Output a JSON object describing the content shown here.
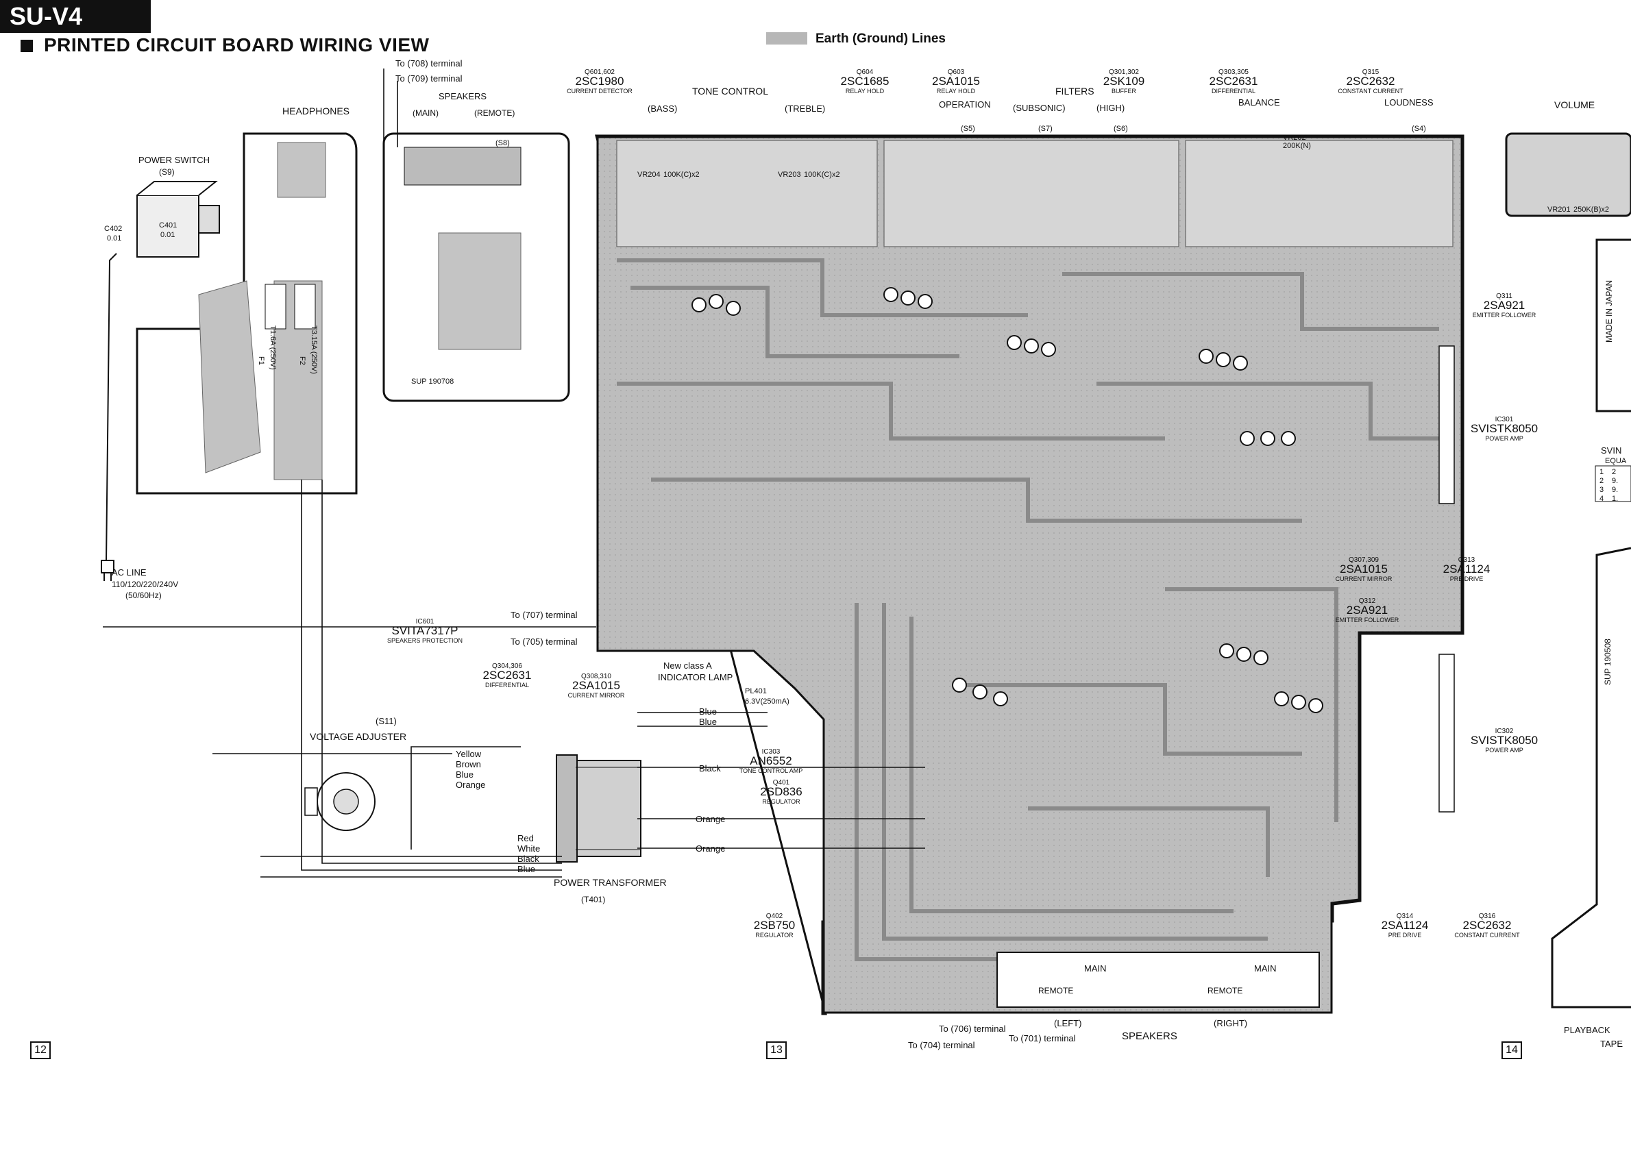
{
  "header": {
    "model": "SU-V4",
    "title": "PRINTED CIRCUIT BOARD WIRING VIEW",
    "legend_label": "Earth (Ground) Lines"
  },
  "colors": {
    "board": "#b9b9b9",
    "trace": "#9a9a9a",
    "ink": "#111111",
    "paper": "#ffffff"
  },
  "sections": {
    "tone_control": "TONE CONTROL",
    "bass": "(BASS)",
    "treble": "(TREBLE)",
    "operation": "OPERATION",
    "filters": "FILTERS",
    "subsonic": "(SUBSONIC)",
    "high": "(HIGH)",
    "balance": "BALANCE",
    "loudness": "LOUDNESS",
    "volume": "VOLUME",
    "headphones": "HEADPHONES",
    "speakers": "SPEAKERS",
    "speakers_main": "(MAIN)",
    "speakers_remote": "(REMOTE)",
    "power_switch": "POWER SWITCH",
    "power_switch_ref": "(S9)",
    "voltage_adjuster_ref": "(S11)",
    "voltage_adjuster": "VOLTAGE ADJUSTER",
    "power_transformer": "POWER TRANSFORMER",
    "power_transformer_ref": "(T401)",
    "ac_line": "AC LINE",
    "ac_line_spec": "110/120/220/240V",
    "ac_line_freq": "(50/60Hz)",
    "new_class_a": "New class A",
    "indicator_lamp": "INDICATOR LAMP",
    "lamp_ref": "PL401",
    "lamp_spec": "6.3V(250mA)",
    "speaker_bottom": "SPEAKERS",
    "left": "(LEFT)",
    "right": "(RIGHT)",
    "main": "MAIN",
    "remote": "REMOTE",
    "playback": "PLAYBACK",
    "tape": "TAPE",
    "made_in_japan": "MADE IN JAPAN",
    "sup_top": "SUP 190708",
    "sup_right": "SUP 190508",
    "switch_refs": [
      "(S5)",
      "(S7)",
      "(S6)",
      "(S4)",
      "(S8)"
    ]
  },
  "terminals": {
    "t708": "To (708) terminal",
    "t709": "To (709) terminal",
    "t707": "To (707) terminal",
    "t705": "To (705) terminal",
    "t706": "To (706) terminal",
    "t701": "To (701) terminal",
    "t704": "To (704) terminal"
  },
  "wires": {
    "yellow": "Yellow",
    "brown": "Brown",
    "blue": "Blue",
    "orange": "Orange",
    "red": "Red",
    "white": "White",
    "black": "Black"
  },
  "components": [
    {
      "ref": "Q601,602",
      "part": "2SC1980",
      "role": "CURRENT DETECTOR"
    },
    {
      "ref": "Q604",
      "part": "2SC1685",
      "role": "RELAY HOLD"
    },
    {
      "ref": "Q603",
      "part": "2SA1015",
      "role": "RELAY HOLD"
    },
    {
      "ref": "Q301,302",
      "part": "2SK109",
      "role": "BUFFER"
    },
    {
      "ref": "Q303,305",
      "part": "2SC2631",
      "role": "DIFFERENTIAL"
    },
    {
      "ref": "Q315",
      "part": "2SC2632",
      "role": "CONSTANT CURRENT"
    },
    {
      "ref": "Q311",
      "part": "2SA921",
      "role": "EMITTER FOLLOWER"
    },
    {
      "ref": "IC301",
      "part": "SVISTK8050",
      "role": "POWER AMP"
    },
    {
      "ref": "Q307,309",
      "part": "2SA1015",
      "role": "CURRENT MIRROR"
    },
    {
      "ref": "Q313",
      "part": "2SA1124",
      "role": "PRE DRIVE"
    },
    {
      "ref": "Q312",
      "part": "2SA921",
      "role": "EMITTER FOLLOWER"
    },
    {
      "ref": "IC302",
      "part": "SVISTK8050",
      "role": "POWER AMP"
    },
    {
      "ref": "Q314",
      "part": "2SA1124",
      "role": "PRE DRIVE"
    },
    {
      "ref": "Q316",
      "part": "2SC2632",
      "role": "CONSTANT CURRENT"
    },
    {
      "ref": "IC601",
      "part": "SVITA7317P",
      "role": "SPEAKERS PROTECTION"
    },
    {
      "ref": "Q304,306",
      "part": "2SC2631",
      "role": "DIFFERENTIAL"
    },
    {
      "ref": "Q308,310",
      "part": "2SA1015",
      "role": "CURRENT MIRROR"
    },
    {
      "ref": "IC303",
      "part": "AN6552",
      "role": "TONE CONTROL AMP"
    },
    {
      "ref": "Q401",
      "part": "2SD836",
      "role": "REGULATOR"
    },
    {
      "ref": "Q402",
      "part": "2SB750",
      "role": "REGULATOR"
    }
  ],
  "vr": [
    {
      "ref": "VR204",
      "spec": "100K(C)x2"
    },
    {
      "ref": "VR203",
      "spec": "100K(C)x2"
    },
    {
      "ref": "VR202",
      "spec": "200K(N)"
    },
    {
      "ref": "VR201",
      "spec": "250K(B)x2"
    }
  ],
  "switch_parts": {
    "c402": "C402",
    "c402v": "0.01",
    "c401": "C401",
    "c401v": "0.01"
  },
  "fuses": [
    {
      "ref": "F1",
      "spec": "T1.6A (250V)"
    },
    {
      "ref": "F2",
      "spec": "T3.15A (250V)"
    }
  ],
  "table_right": {
    "title": "SVIN",
    "sub": "EQUA",
    "rows": [
      [
        "1",
        "2"
      ],
      [
        "2",
        "9."
      ],
      [
        "3",
        "9."
      ],
      [
        "4",
        "1."
      ]
    ]
  },
  "page_numbers": [
    "12",
    "13",
    "14"
  ]
}
